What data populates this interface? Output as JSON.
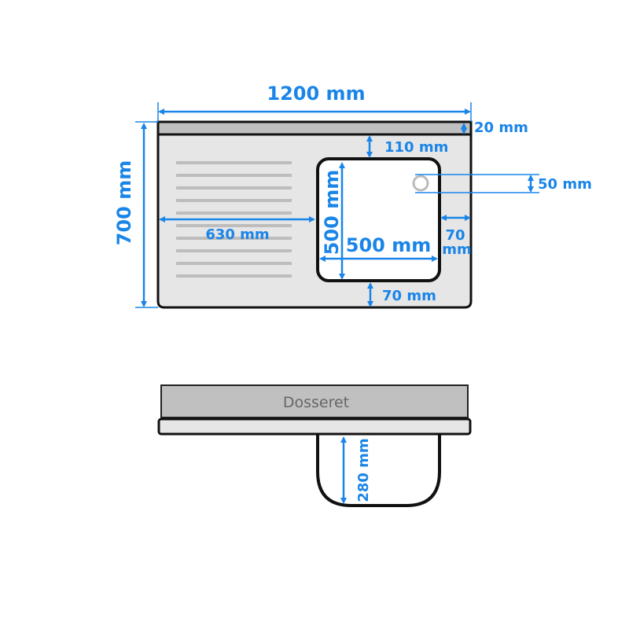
{
  "top_view": {
    "width_label": "1200 mm",
    "depth_label": "700 mm",
    "backsplash_label": "20 mm",
    "bowl_offset_top_label": "110 mm",
    "drain_label": "50 mm",
    "drainboard_label": "630 mm",
    "bowl_height_label": "500 mm",
    "bowl_width_label": "500 mm",
    "right_margin_label_line1": "70",
    "right_margin_label_line2": "mm",
    "bottom_margin_label": "70 mm"
  },
  "side_view": {
    "dosseret_label": "Dosseret",
    "bowl_depth_label": "280 mm"
  },
  "colors": {
    "dimension": "#1a85e8",
    "surface": "#e6e6e6",
    "backsplash": "#c0c0c0"
  }
}
